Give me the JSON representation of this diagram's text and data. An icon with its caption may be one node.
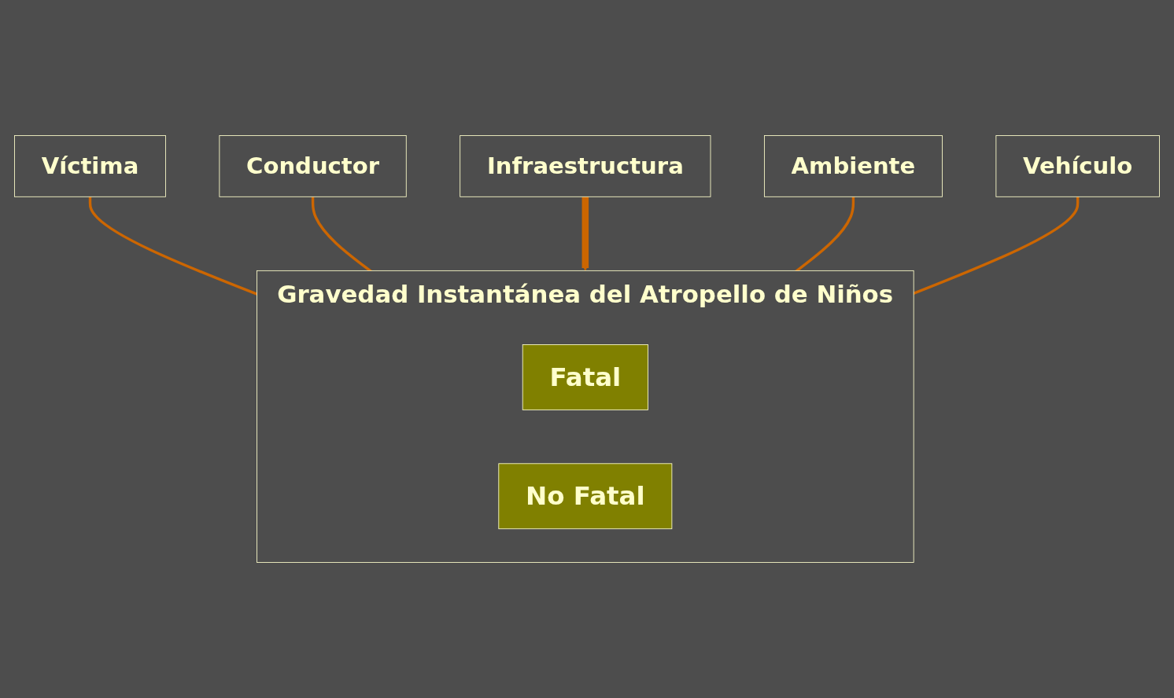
{
  "diagram": {
    "nodes": [
      {
        "text": [
          "Víctima"
        ]
      },
      {
        "text": [
          "Conductor"
        ]
      },
      {
        "text": [
          "Infraestructura"
        ]
      },
      {
        "text": [
          "Ambiente"
        ]
      },
      {
        "text": [
          "Vehículo"
        ]
      },
      {
        "text": [
          "Gravedad Instantánea del Atropello de Niños"
        ]
      },
      {
        "text": [
          "Fatal"
        ],
        "in": 5
      },
      {
        "text": [
          "No Fatal"
        ],
        "in": 5
      }
    ],
    "edges": [
      {
        "from": 0,
        "to": 5,
        "arrow": "to"
      },
      {
        "from": 1,
        "to": 5,
        "arrow": "to"
      },
      {
        "from": 2,
        "to": 5,
        "arrow": "to",
        "style": "thick"
      },
      {
        "from": 3,
        "to": 5,
        "arrow": "to"
      },
      {
        "from": 4,
        "to": 5,
        "arrow": "to"
      }
    ]
  }
}
